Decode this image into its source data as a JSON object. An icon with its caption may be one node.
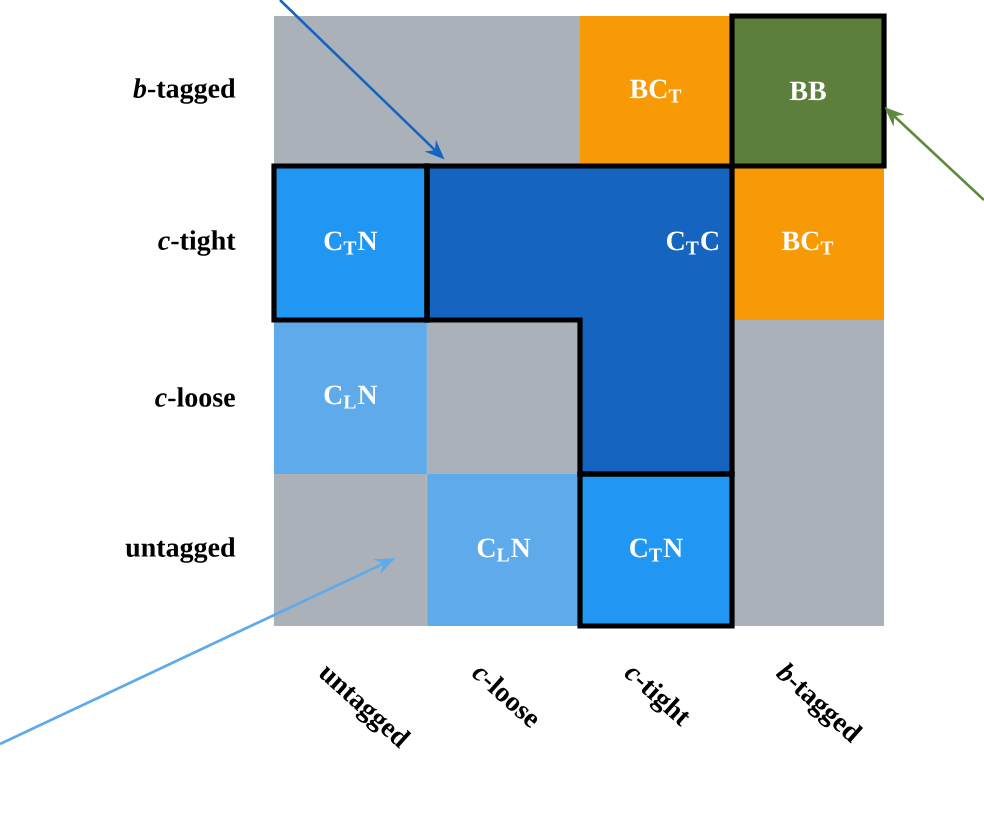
{
  "diagram": {
    "nodes": [
      {
        "text": [
          "BC$_{T}$"
        ]
      },
      {
        "text": [
          "BB"
        ]
      },
      {
        "text": [
          "C$_{T}$N"
        ]
      },
      {
        "text": [
          "C$_{T}$C"
        ]
      },
      {
        "text": [
          "BC$_{T}$"
        ]
      },
      {
        "text": [
          "C$_{L}$N"
        ]
      },
      {
        "text": [],
        "shape": "box"
      },
      {
        "text": [
          "C$_{L}$N"
        ]
      },
      {
        "text": [
          "C$_{T}$N"
        ]
      }
    ],
    "edges": [
      {
        "from": null,
        "to": 3,
        "arrow": "to",
        "color": "#1565c0"
      },
      {
        "from": null,
        "to": 6,
        "arrow": "to",
        "color": "#5eaaeb"
      },
      {
        "from": null,
        "to": 1,
        "arrow": "to",
        "color": "#5d8a3c"
      }
    ],
    "labels": [
      "*b*-tagged",
      "*c*-tight",
      "*c*-loose",
      "untagged",
      "untagged",
      "*c*-loose",
      "*c*-tight",
      "*b*-tagged"
    ]
  }
}
